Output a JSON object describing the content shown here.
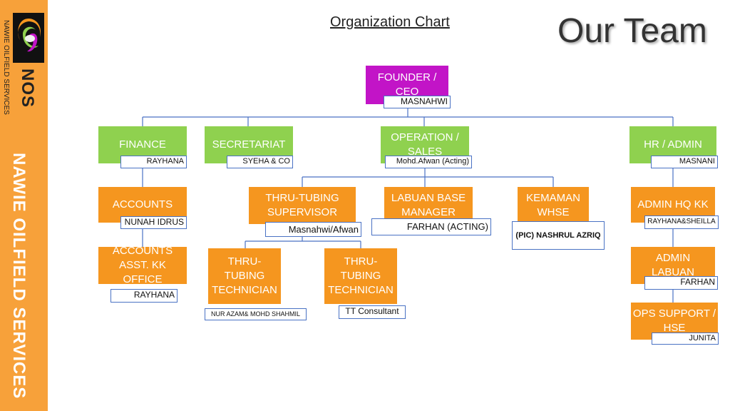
{
  "brand": {
    "small_name": "NAWIE OILFIELD SERVICES",
    "short": "NOS",
    "big_name": "NAWIE OILFIELD SERVICES",
    "colors": {
      "sidebar": "#f7a13a",
      "green": "#8fd14f",
      "orange": "#f5961f",
      "magenta": "#c214c7",
      "line": "#4a72c4"
    }
  },
  "header": {
    "doc_title": "Organization Chart",
    "title": "Our Team"
  },
  "nodes": {
    "ceo": {
      "title": "FOUNDER / CEO",
      "person": "MASNAHWI"
    },
    "finance": {
      "title": "FINANCE",
      "person": "RAYHANA"
    },
    "secretariat": {
      "title": "SECRETARIAT",
      "person": "SYEHA & CO"
    },
    "operation": {
      "title": "OPERATION / SALES",
      "person": "Mohd.Afwan (Acting)"
    },
    "hr": {
      "title": "HR / ADMIN",
      "person": "MASNANI"
    },
    "accounts": {
      "title": "ACCOUNTS",
      "person": "NUNAH IDRUS"
    },
    "accounts_asst": {
      "title": "ACCOUNTS ASST. KK OFFICE",
      "person": "RAYHANA"
    },
    "tt_supervisor": {
      "title": "THRU-TUBING SUPERVISOR",
      "person": "Masnahwi/Afwan"
    },
    "labuan_manager": {
      "title": "LABUAN BASE MANAGER",
      "person": "FARHAN (ACTING)"
    },
    "kemaman": {
      "title": "KEMAMAN WHSE",
      "person": "(PIC) NASHRUL AZRIQ"
    },
    "tt_tech1": {
      "title": "THRU-TUBING TECHNICIAN",
      "person": "NUR AZAM& MOHD SHAHMIL"
    },
    "tt_tech2": {
      "title": "THRU-TUBING TECHNICIAN",
      "person": "TT Consultant"
    },
    "admin_kk": {
      "title": "ADMIN HQ KK",
      "person": "RAYHANA&SHEILLA"
    },
    "admin_labuan": {
      "title": "ADMIN LABUAN",
      "person": "FARHAN"
    },
    "ops_support": {
      "title": "OPS SUPPORT / HSE",
      "person": "JUNITA"
    }
  }
}
